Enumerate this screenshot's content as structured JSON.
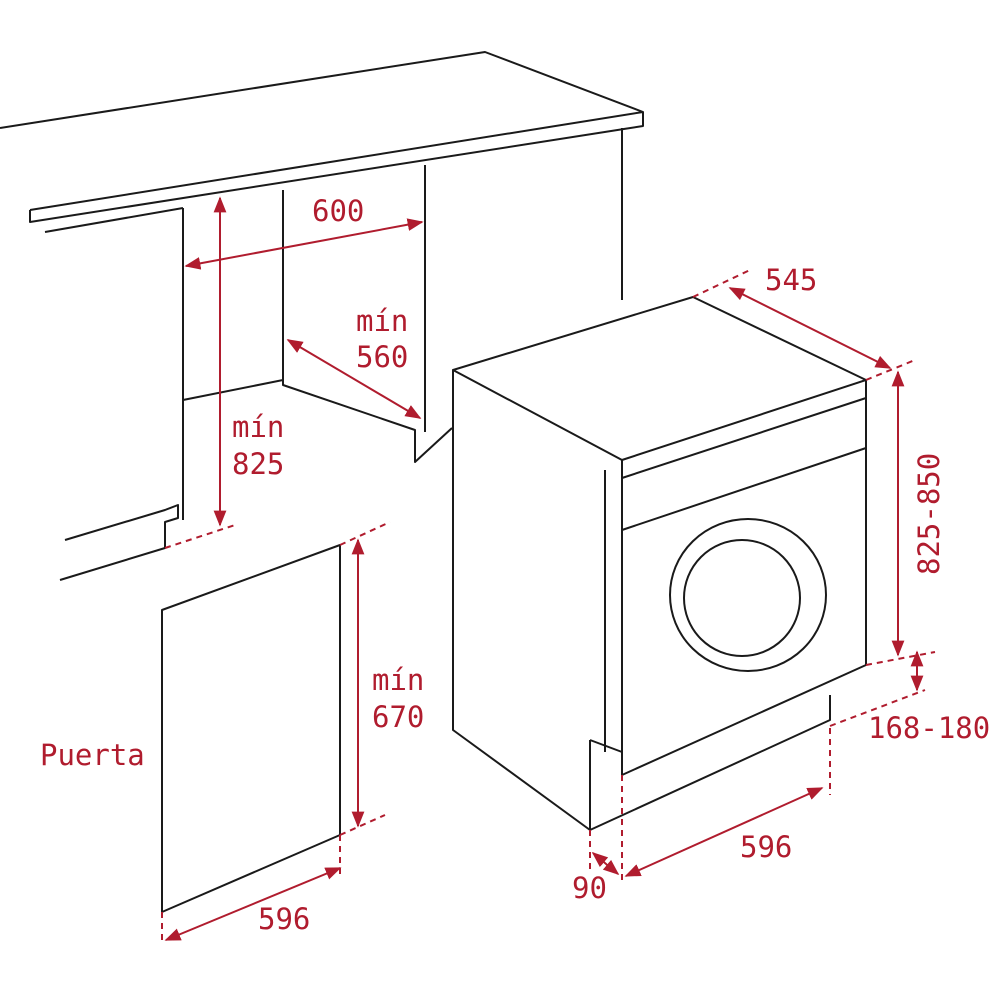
{
  "labels": {
    "niche_width": "600",
    "niche_depth_min": "mín",
    "niche_depth": "560",
    "niche_height_min": "mín",
    "niche_height": "825",
    "door_height_min": "mín",
    "door_height": "670",
    "door_label": "Puerta",
    "door_width": "596",
    "machine_depth": "545",
    "machine_height": "825-850",
    "plinth_height": "168-180",
    "machine_width": "596",
    "plinth_offset": "90"
  },
  "colors": {
    "dimension": "#b01c2e",
    "outline": "#1a1a1a"
  }
}
